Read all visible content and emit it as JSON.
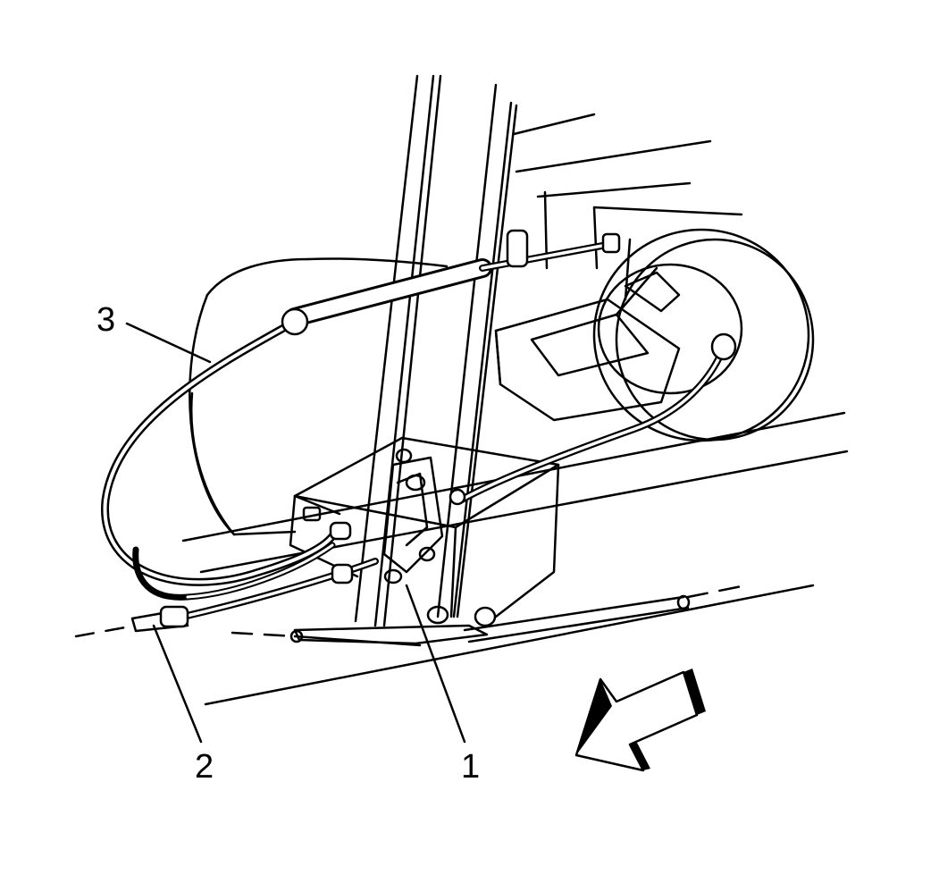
{
  "colors": {
    "ink": "#000000",
    "background": "#ffffff"
  },
  "callouts": [
    {
      "label": "1"
    },
    {
      "label": "2"
    },
    {
      "label": "3"
    }
  ],
  "icons": {
    "direction_arrow": "front-direction-arrow-icon"
  }
}
